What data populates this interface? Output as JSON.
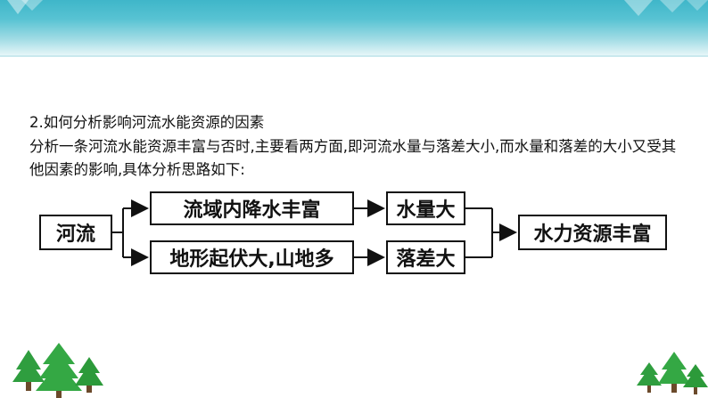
{
  "heading": "2.如何分析影响河流水能资源的因素",
  "paragraph": "分析一条河流水能资源丰富与否时,主要看两方面,即河流水量与落差大小,而水量和落差的大小又受其他因素的影响,具体分析思路如下:",
  "flow": {
    "source": "河流",
    "factor_top": "流域内降水丰富",
    "factor_bottom": "地形起伏大,山地多",
    "result_top": "水量大",
    "result_bottom": "落差大",
    "conclusion": "水力资源丰富"
  },
  "colors": {
    "header": "#4dbccd",
    "tree": "#2f9e3f"
  }
}
